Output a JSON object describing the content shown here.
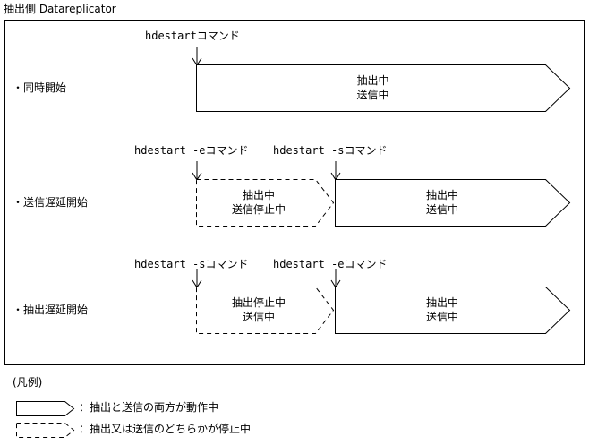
{
  "diagram": {
    "title": "抽出側 Datareplicator",
    "rows": [
      {
        "label": "・同時開始",
        "commands": [
          {
            "text": "hdestartコマンド"
          }
        ],
        "blocks": [
          {
            "style": "solid",
            "line1": "抽出中",
            "line2": "送信中"
          }
        ]
      },
      {
        "label": "・送信遅延開始",
        "commands": [
          {
            "text": "hdestart -eコマンド"
          },
          {
            "text": "hdestart -sコマンド"
          }
        ],
        "blocks": [
          {
            "style": "dashed",
            "line1": "抽出中",
            "line2": "送信停止中"
          },
          {
            "style": "solid",
            "line1": "抽出中",
            "line2": "送信中"
          }
        ]
      },
      {
        "label": "・抽出遅延開始",
        "commands": [
          {
            "text": "hdestart -sコマンド"
          },
          {
            "text": "hdestart -eコマンド"
          }
        ],
        "blocks": [
          {
            "style": "dashed",
            "line1": "抽出停止中",
            "line2": "送信中"
          },
          {
            "style": "solid",
            "line1": "抽出中",
            "line2": "送信中"
          }
        ]
      }
    ]
  },
  "legend": {
    "title": "(凡例)",
    "entries": [
      {
        "style": "solid",
        "text": "：抽出と送信の両方が動作中"
      },
      {
        "style": "dashed",
        "text": "：抽出又は送信のどちらかが停止中"
      }
    ]
  },
  "colors": {
    "stroke": "#000000",
    "background": "#ffffff"
  }
}
